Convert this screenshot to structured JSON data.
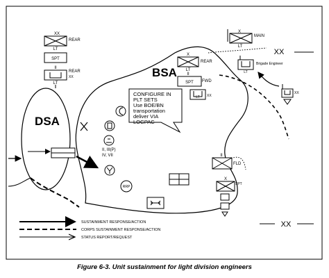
{
  "areas": {
    "dsa": "DSA",
    "bsa": "BSA"
  },
  "units": {
    "rear_top": {
      "echelon": "XX",
      "type": "LT",
      "label": "REAR"
    },
    "spt_rear": {
      "type": "SPT"
    },
    "lt_rear": {
      "echelon": "II",
      "type": "LT",
      "label": "REAR",
      "echelon_right": "XX"
    },
    "bsa_rear": {
      "echelon": "X",
      "type": "LT",
      "label": "REAR"
    },
    "bsa_spt": {
      "echelon": "II",
      "type": "SPT",
      "label": "FWD"
    },
    "bsa_lt": {
      "type": "LT",
      "echelon_right": "XX"
    },
    "main": {
      "echelon": "X",
      "type": "LT",
      "label": "MAIN"
    },
    "brigade_engineer": {
      "type": "LT",
      "label": "Brigade Engineer"
    },
    "far_right": {
      "echelon_right": "XX"
    },
    "fld": {
      "echelon": "II",
      "label": "FLD"
    },
    "fld_spt": {
      "echelon": "X",
      "label": "SPT"
    }
  },
  "boundary_marks": {
    "top": "XX",
    "bottom": "XX"
  },
  "callout": {
    "lines": [
      "CONFIGURE IN",
      "PLT SETS",
      "Use BOE/BN",
      "transportation",
      "deliver VIA",
      "LOGPAC"
    ]
  },
  "symbols": {
    "class_labels": "II, III(P)\nIV, VII",
    "rrp": "RRP"
  },
  "legend": {
    "items": [
      "SUSTAINMENT RESPONSE/ACTION",
      "CORPS SUSTAINMENT RESPONSE/ACTION",
      "STATUS REPORT/REQUEST"
    ]
  },
  "caption": "Figure 6-3.   Unit sustainment for light division engineers"
}
